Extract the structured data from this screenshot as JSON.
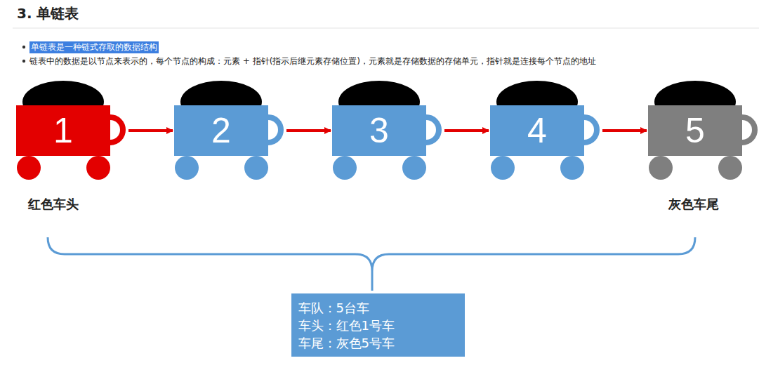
{
  "diagram": {
    "title": "3. 单链表",
    "nodes": [
      {
        "text": [
          "1"
        ]
      },
      {
        "text": [
          "2"
        ]
      },
      {
        "text": [
          "3"
        ]
      },
      {
        "text": [
          "4"
        ]
      },
      {
        "text": [
          "5"
        ]
      },
      {
        "text": [
          "车队：5台车",
          "车头：红色1号车",
          "车尾：灰色5号车"
        ]
      }
    ],
    "edges": [
      {
        "from": 0,
        "to": 1,
        "arrow": "to"
      },
      {
        "from": 1,
        "to": 2,
        "arrow": "to"
      },
      {
        "from": 2,
        "to": 3,
        "arrow": "to"
      },
      {
        "from": 3,
        "to": 4,
        "arrow": "to"
      }
    ],
    "labels": [
      "单链表是一种链式存取的数据结构",
      "链表中的数据是以节点来表示的，每个节点的构成：元素 + 指针(指示后继元素存储位置)，元素就是存储数据的存储单元，指针就是连接每个节点的地址",
      "红色车头",
      "灰色车尾"
    ]
  }
}
